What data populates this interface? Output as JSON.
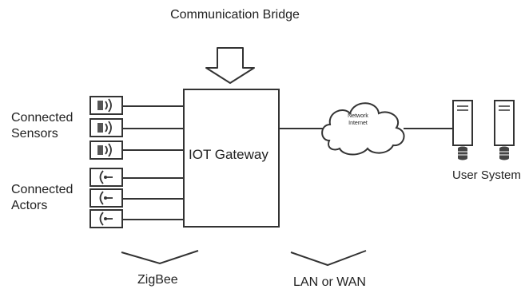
{
  "diagram": {
    "title": "Communication Bridge",
    "gateway_label": "IOT Gateway",
    "sensors_label": [
      "Connected",
      "Sensors"
    ],
    "actors_label": [
      "Connected",
      "Actors"
    ],
    "cloud_label": [
      "Network",
      "Internet"
    ],
    "user_label": "User System",
    "zigbee_label": "ZigBee",
    "lan_label": "LAN or WAN"
  },
  "colors": {
    "stroke": "#333333",
    "text": "#222222",
    "background": "#ffffff"
  },
  "icons": {
    "sensor": "wifi-signal-icon",
    "actor": "antenna-icon",
    "database": "database-icon"
  }
}
